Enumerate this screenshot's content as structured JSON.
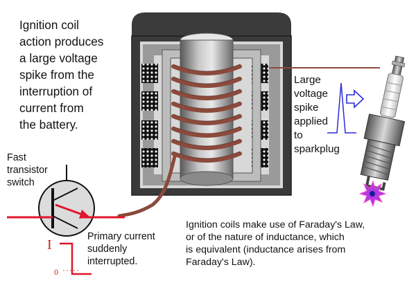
{
  "intro_text": [
    "Ignition coil",
    "action produces",
    "a large voltage",
    "spike from the",
    "interruption of",
    "current from",
    "the battery."
  ],
  "spark_text": [
    "Large",
    "voltage",
    "spike",
    "applied",
    "to",
    "sparkplug"
  ],
  "switch_label": [
    "Fast",
    "transistor",
    "switch"
  ],
  "primary_label": [
    "Primary current",
    "suddenly",
    "interrupted."
  ],
  "faraday_text": [
    "Ignition coils make use of Faraday's Law,",
    "or of the nature of inductance, which",
    "is equivalent (inductance arises from",
    "Faraday's Law)."
  ],
  "current_symbol": "I",
  "zero_label": "0",
  "zero_dots": "·····",
  "colors": {
    "wire": "#8b4a3c",
    "wire_dark": "#5a2a20",
    "coil_case": "#3a3a3a",
    "coil_gray": "#a0a0a0",
    "current_red": "#e0162b",
    "arrow_blue": "#2a2ad8",
    "spark_purple": "#b23adf"
  }
}
